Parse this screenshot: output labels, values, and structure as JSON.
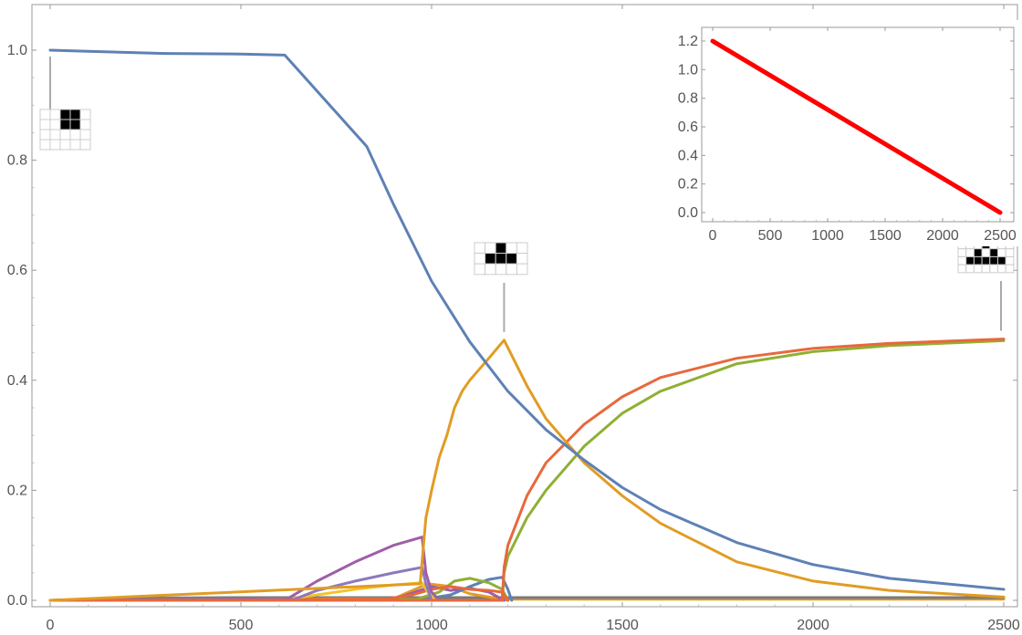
{
  "chart_data": [
    {
      "type": "line",
      "xlim": [
        0,
        2500
      ],
      "ylim": [
        0,
        1.05
      ],
      "x_ticks": [
        0,
        500,
        1000,
        1500,
        2000,
        2500
      ],
      "y_ticks": [
        0.0,
        0.2,
        0.4,
        0.6,
        0.8,
        1.0
      ],
      "x_tick_labels": [
        "0",
        "500",
        "1000",
        "1500",
        "2000",
        "2500"
      ],
      "y_tick_labels": [
        "0.0",
        "0.2",
        "0.4",
        "0.6",
        "0.8",
        "1.0"
      ],
      "grid": false,
      "series": [
        {
          "color": "#5e81b5",
          "x": [
            0,
            100,
            300,
            500,
            615,
            830,
            900,
            1000,
            1100,
            1200,
            1300,
            1400,
            1500,
            1600,
            1800,
            2000,
            2200,
            2500
          ],
          "y": [
            1.0,
            0.998,
            0.994,
            0.993,
            0.991,
            0.825,
            0.72,
            0.58,
            0.47,
            0.38,
            0.31,
            0.255,
            0.205,
            0.165,
            0.105,
            0.065,
            0.04,
            0.02
          ]
        },
        {
          "color": "#e19c24",
          "x": [
            0,
            970,
            975,
            985,
            1000,
            1020,
            1040,
            1060,
            1080,
            1100,
            1150,
            1190,
            1250,
            1300,
            1400,
            1500,
            1600,
            1800,
            2000,
            2200,
            2500
          ],
          "y": [
            0.0,
            0.03,
            0.07,
            0.15,
            0.2,
            0.26,
            0.3,
            0.35,
            0.38,
            0.4,
            0.44,
            0.473,
            0.39,
            0.33,
            0.25,
            0.19,
            0.14,
            0.07,
            0.035,
            0.018,
            0.006
          ]
        },
        {
          "color": "#e8683c",
          "x": [
            0,
            1185,
            1190,
            1200,
            1250,
            1300,
            1400,
            1500,
            1600,
            1800,
            2000,
            2200,
            2500
          ],
          "y": [
            0.0,
            0.0,
            0.06,
            0.1,
            0.19,
            0.25,
            0.32,
            0.37,
            0.405,
            0.44,
            0.458,
            0.467,
            0.475
          ]
        },
        {
          "color": "#8fb032",
          "x": [
            0,
            1185,
            1190,
            1200,
            1250,
            1300,
            1400,
            1500,
            1600,
            1800,
            2000,
            2200,
            2500
          ],
          "y": [
            0.0,
            0.0,
            0.05,
            0.08,
            0.15,
            0.2,
            0.28,
            0.34,
            0.38,
            0.43,
            0.452,
            0.463,
            0.472
          ]
        },
        {
          "color": "#9f5ea8",
          "x": [
            0,
            620,
            700,
            800,
            900,
            975,
            985,
            1000,
            1020
          ],
          "y": [
            0.0,
            0.002,
            0.035,
            0.07,
            0.1,
            0.115,
            0.05,
            0.015,
            0.0
          ]
        },
        {
          "color": "#8c79bd",
          "x": [
            0,
            640,
            700,
            800,
            900,
            975,
            985,
            1000
          ],
          "y": [
            0.0,
            0.002,
            0.018,
            0.035,
            0.05,
            0.06,
            0.03,
            0.0
          ]
        },
        {
          "color": "#f2c42b",
          "x": [
            0,
            620,
            700,
            800,
            900,
            975,
            990,
            1010
          ],
          "y": [
            0.0,
            0.002,
            0.01,
            0.02,
            0.028,
            0.032,
            0.015,
            0.0
          ]
        },
        {
          "color": "#e8683c",
          "x": [
            0,
            880,
            950,
            1000,
            1050,
            1100,
            1150,
            1185,
            1200
          ],
          "y": [
            0.0,
            0.002,
            0.01,
            0.02,
            0.025,
            0.02,
            0.018,
            0.015,
            0.0
          ]
        },
        {
          "color": "#8fb032",
          "x": [
            0,
            960,
            1020,
            1060,
            1100,
            1150,
            1185,
            1200
          ],
          "y": [
            0.0,
            0.002,
            0.015,
            0.035,
            0.04,
            0.032,
            0.02,
            0.0
          ]
        },
        {
          "color": "#5e81b5",
          "x": [
            0,
            980,
            1050,
            1100,
            1150,
            1185,
            1200,
            1210
          ],
          "y": [
            0.0,
            0.002,
            0.01,
            0.025,
            0.038,
            0.042,
            0.02,
            0.0
          ]
        },
        {
          "color": "#9f5ea8",
          "x": [
            0,
            900,
            1000,
            1050,
            1100,
            1150,
            1190
          ],
          "y": [
            0.0,
            0.002,
            0.025,
            0.018,
            0.022,
            0.015,
            0.0
          ]
        },
        {
          "color": "#e19c24",
          "x": [
            0,
            900,
            990,
            1050,
            1100,
            1200
          ],
          "y": [
            0.0,
            0.003,
            0.03,
            0.025,
            0.012,
            0.0
          ]
        },
        {
          "color": "#7a7a7a",
          "x": [
            0,
            200,
            500,
            1000,
            1200,
            1500,
            2000,
            2500
          ],
          "y": [
            0.0,
            0.004,
            0.005,
            0.005,
            0.005,
            0.005,
            0.005,
            0.005
          ]
        },
        {
          "color": "#e19c24",
          "x": [
            0,
            500,
            1200,
            2500
          ],
          "y": [
            0.0,
            0.002,
            0.002,
            0.002
          ]
        }
      ],
      "annotations": [
        {
          "x": 0,
          "y": 1.0,
          "icon": "single-black-cell-pattern-icon"
        },
        {
          "x": 1190,
          "y": 0.473,
          "icon": "t-tetromino-pattern-icon"
        },
        {
          "x": 2500,
          "y": 0.475,
          "icon": "pyramid-pattern-icon"
        }
      ]
    },
    {
      "type": "scatter",
      "inset": true,
      "xlim": [
        0,
        2500
      ],
      "ylim": [
        0,
        1.2
      ],
      "x_ticks": [
        0,
        500,
        1000,
        1500,
        2000,
        2500
      ],
      "y_ticks": [
        0.0,
        0.2,
        0.4,
        0.6,
        0.8,
        1.0,
        1.2
      ],
      "x_tick_labels": [
        "0",
        "500",
        "1000",
        "1500",
        "2000",
        "2500"
      ],
      "y_tick_labels": [
        "0.0",
        "0.2",
        "0.4",
        "0.6",
        "0.8",
        "1.0",
        "1.2"
      ],
      "grid": false,
      "series": [
        {
          "color": "#ff0000",
          "x": [
            0,
            2500
          ],
          "y": [
            1.2,
            0.0
          ]
        }
      ]
    }
  ]
}
